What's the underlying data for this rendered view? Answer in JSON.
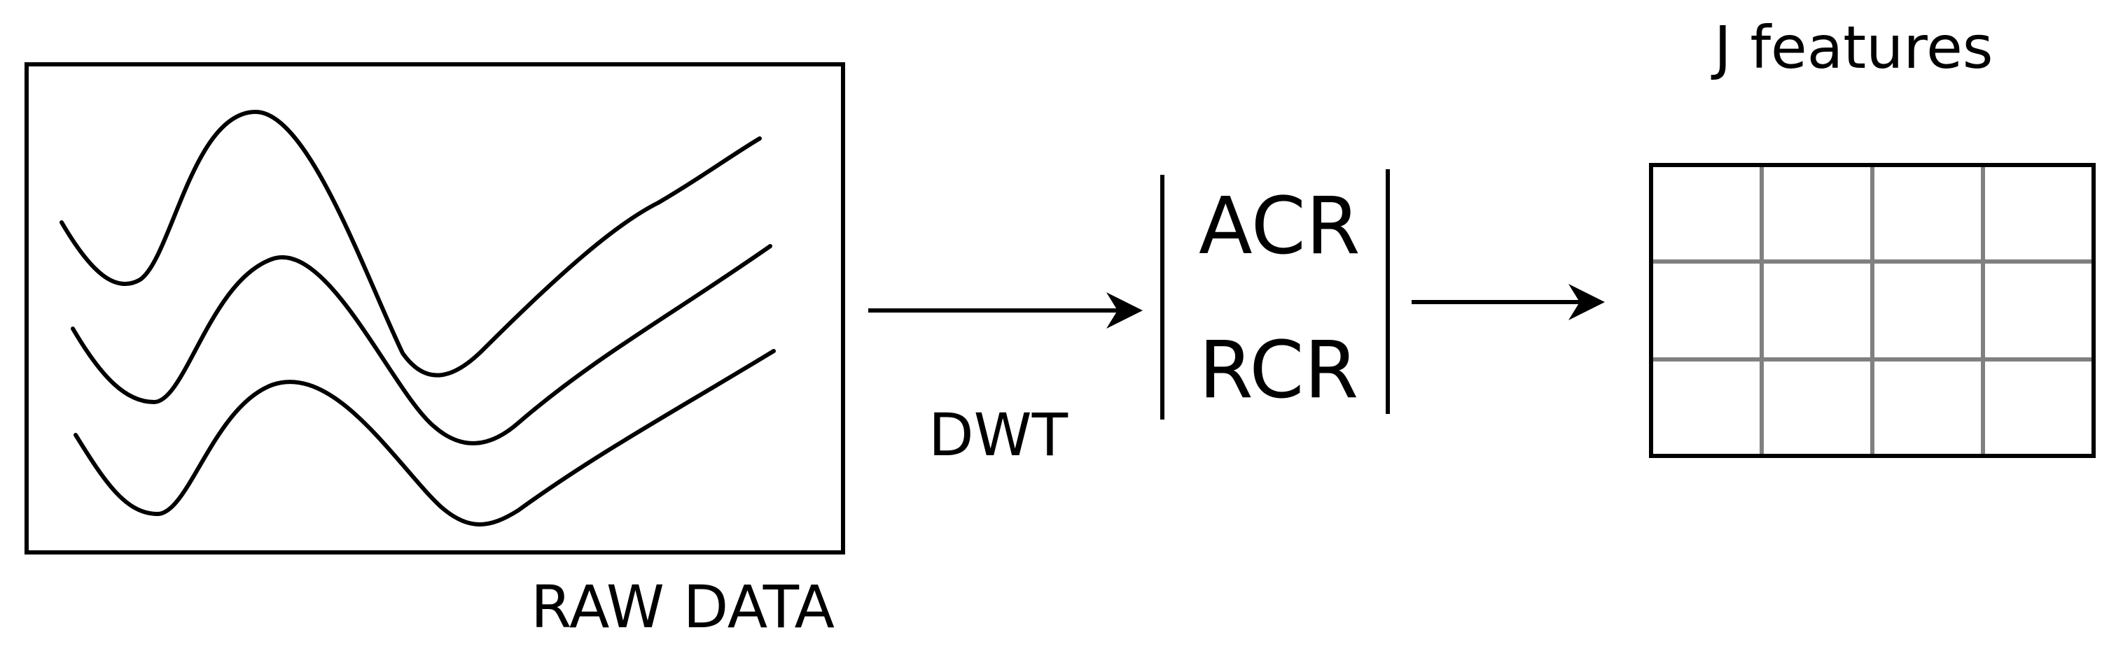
{
  "colors": {
    "ink": "#000000",
    "grid": "#808080",
    "background": "#ffffff"
  },
  "labels": {
    "raw_data": "RAW DATA",
    "transform": "DWT",
    "coefficient_top": "ACR",
    "coefficient_bottom": "RCR",
    "features": "J features"
  },
  "feature_grid": {
    "rows": 3,
    "columns": 4
  }
}
